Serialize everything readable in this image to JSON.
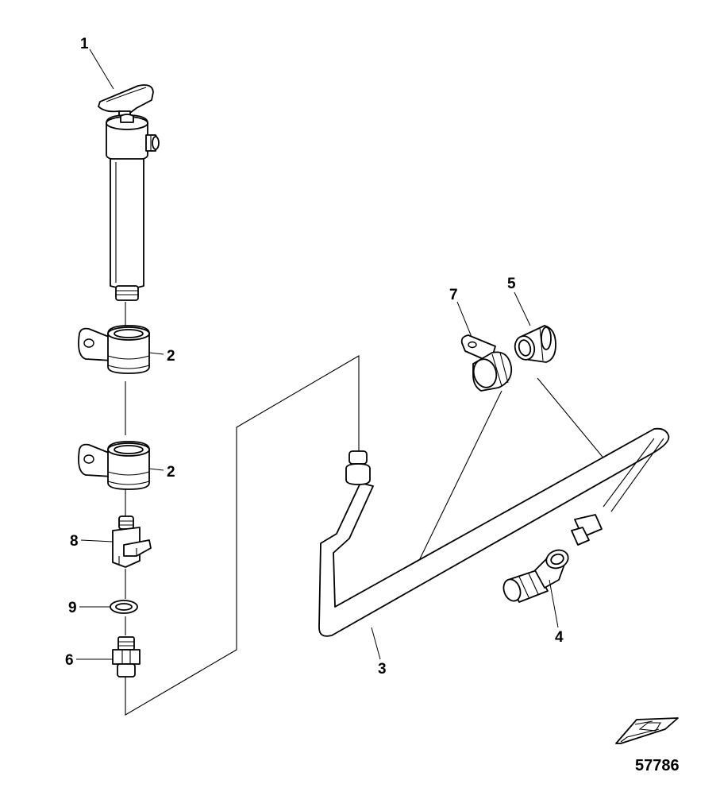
{
  "diagram": {
    "callouts": [
      {
        "id": "callout-1",
        "text": "1"
      },
      {
        "id": "callout-2a",
        "text": "2"
      },
      {
        "id": "callout-2b",
        "text": "2"
      },
      {
        "id": "callout-3",
        "text": "3"
      },
      {
        "id": "callout-4",
        "text": "4"
      },
      {
        "id": "callout-5",
        "text": "5"
      },
      {
        "id": "callout-6",
        "text": "6"
      },
      {
        "id": "callout-7",
        "text": "7"
      },
      {
        "id": "callout-8",
        "text": "8"
      },
      {
        "id": "callout-9",
        "text": "9"
      }
    ],
    "figure_number": "57786",
    "icons": {
      "boat": "boat-icon"
    }
  }
}
